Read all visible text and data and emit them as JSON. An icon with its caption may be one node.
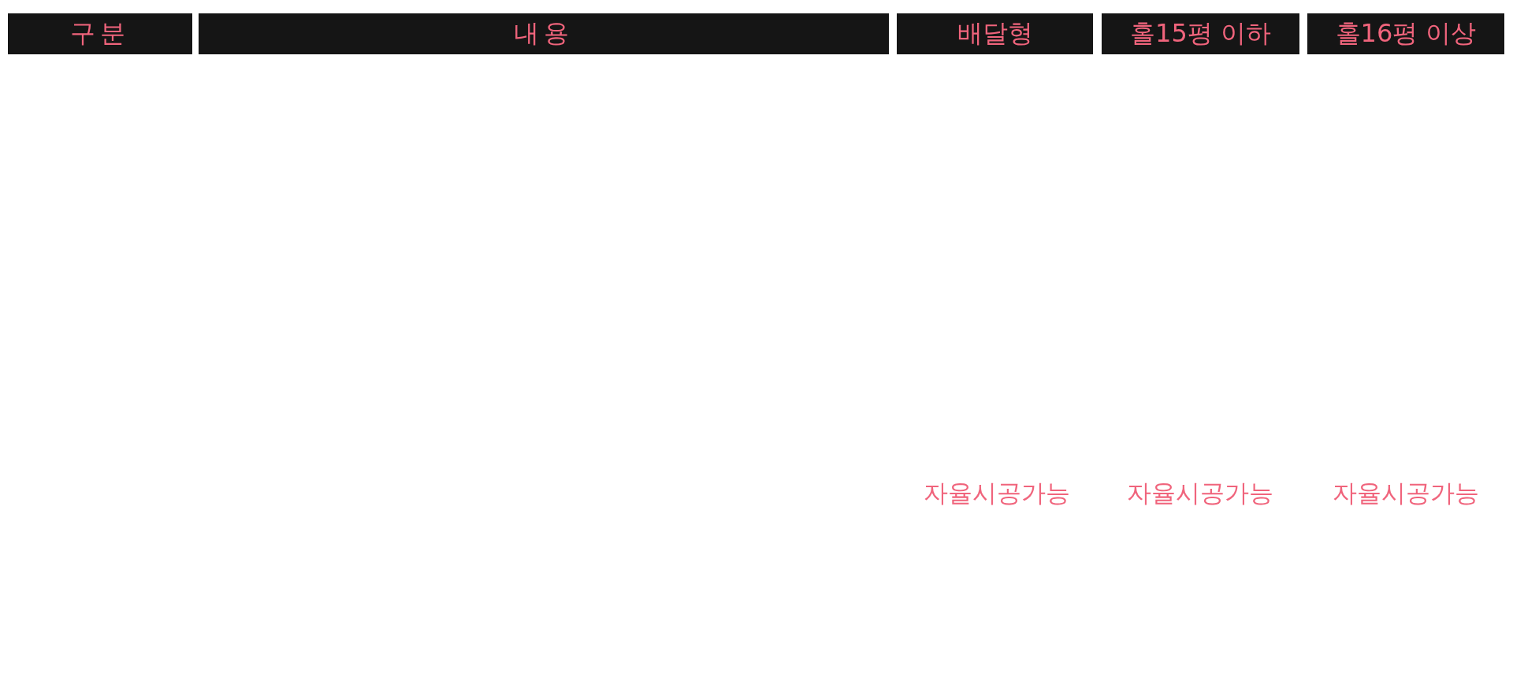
{
  "diagram": {
    "nodes": [
      {
        "text": [
          "구분"
        ]
      },
      {
        "text": [
          "내용"
        ]
      },
      {
        "text": [
          "배달형"
        ]
      },
      {
        "text": [
          "홀15평 이하"
        ]
      },
      {
        "text": [
          "홀16평 이상"
        ]
      }
    ],
    "labels": [
      "자율시공가능",
      "자율시공가능",
      "자율시공가능"
    ]
  }
}
